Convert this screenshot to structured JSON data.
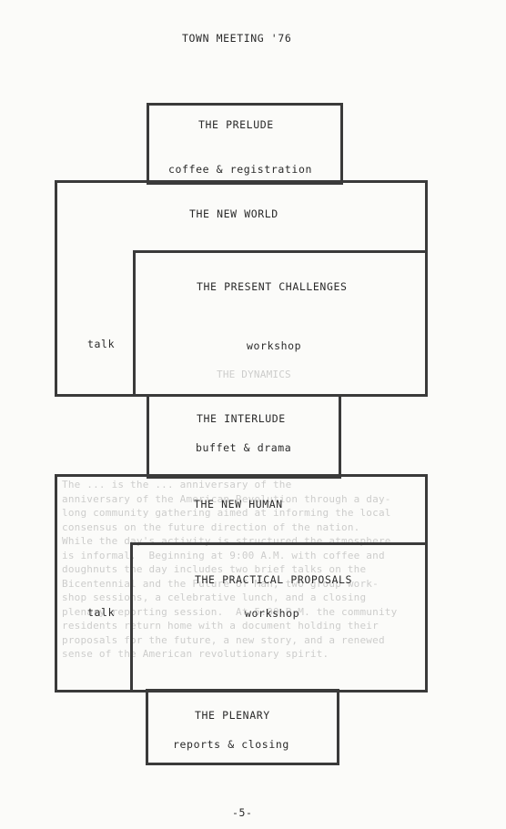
{
  "header": {
    "title": "TOWN MEETING '76"
  },
  "sections": {
    "prelude": {
      "title": "THE PRELUDE",
      "subtitle": "coffee & registration"
    },
    "new_world": {
      "title": "THE NEW WORLD",
      "side_label": "talk"
    },
    "present_challenges": {
      "title": "THE PRESENT CHALLENGES",
      "label": "workshop"
    },
    "interlude": {
      "title": "THE INTERLUDE",
      "subtitle": "buffet & drama"
    },
    "new_human": {
      "title": "THE NEW HUMAN",
      "side_label": "talk"
    },
    "practical_proposals": {
      "title": "THE PRACTICAL PROPOSALS",
      "label": "workshop"
    },
    "plenary": {
      "title": "THE PLENARY",
      "subtitle": "reports & closing"
    }
  },
  "bleed_through": {
    "heading": "THE DYNAMICS",
    "lines": [
      "The ... is the ... anniversary of the",
      "anniversary of the American Revolution through a day-",
      "long community gathering aimed at informing the local",
      "consensus on the future direction of the nation.",
      "While the day's activity is structured the atmosphere",
      "is informal.  Beginning at 9:00 A.M. with coffee and",
      "doughnuts the day includes two brief talks on the",
      "Bicentennial and the Future of Man, two group work-",
      "shop sessions, a celebrative lunch, and a closing",
      "plenary reporting session.  At 5:00 P.M. the community",
      "residents return home with a document holding their",
      "proposals for the future, a new story, and a renewed",
      "sense of the American revolutionary spirit."
    ]
  },
  "footer": {
    "page_number": "-5-"
  }
}
